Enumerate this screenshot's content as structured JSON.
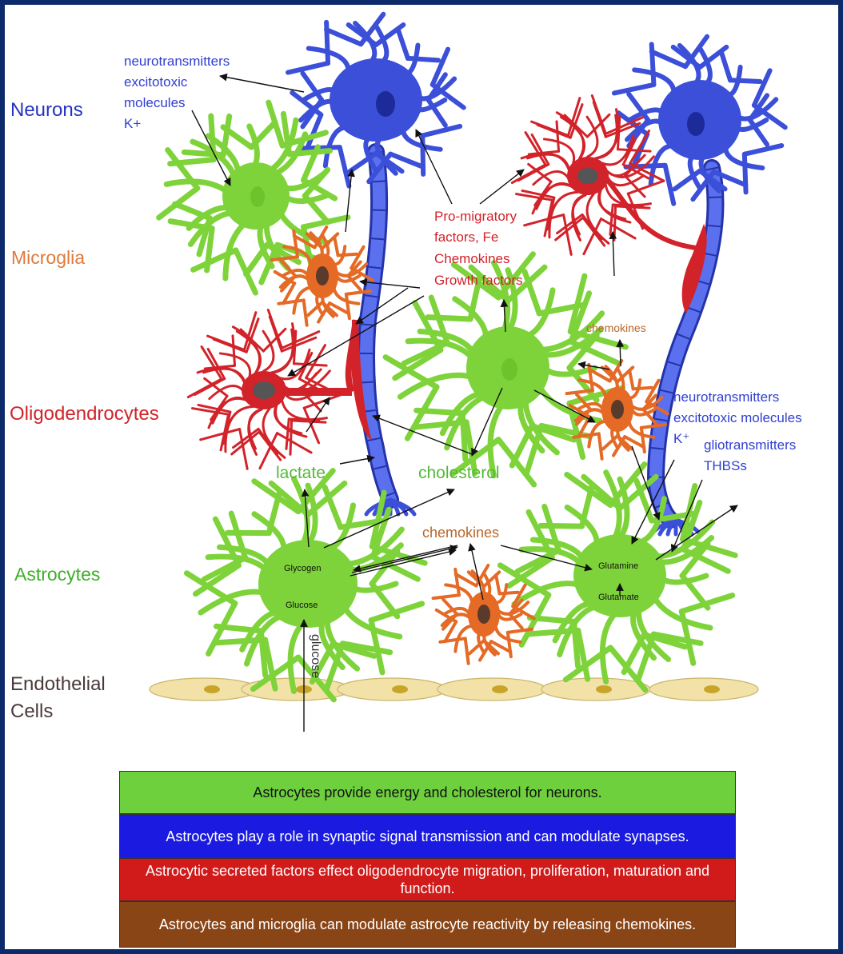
{
  "colors": {
    "frame": "#0d2b6b",
    "neuron": "#3b4fd8",
    "neuron_dark": "#2433a8",
    "astrocyte": "#7ed33a",
    "microglia": "#e46a26",
    "oligodendrocyte": "#d2232a",
    "endothelial": "#f3e2a8",
    "legend_green": "#6fd03e",
    "legend_blue": "#1a1ae0",
    "legend_red": "#d11a1a",
    "legend_brown": "#8a4516"
  },
  "categories": {
    "neurons": "Neurons",
    "microglia": "Microglia",
    "oligodendrocytes": "Oligodendrocytes",
    "astrocytes": "Astrocytes",
    "endothelial_line1": "Endothelial",
    "endothelial_line2": "Cells"
  },
  "labels": {
    "neuron_factors_top": [
      "neurotransmitters",
      "excitotoxic",
      "molecules",
      "K+"
    ],
    "astro_factors": [
      "Pro-migratory",
      "factors, Fe",
      "Chemokines",
      "Growth factors"
    ],
    "chemokines_small": "chemokines",
    "neuron_factors_right": [
      "neurotransmitters",
      "excitotoxic molecules",
      "K⁺"
    ],
    "gliotransmitters": [
      "gliotransmitters",
      "THBSs"
    ],
    "lactate": "lactate",
    "cholesterol": "cholesterol",
    "chemokines_mid": "chemokines",
    "glycogen": "Glycogen",
    "glucose_in_cell": "Glucose",
    "glutamine": "Glutamine",
    "glutamate": "Glutamate",
    "glucose_arrow": "glucose"
  },
  "legend": [
    "Astrocytes provide energy and cholesterol for neurons.",
    "Astrocytes play a role in synaptic signal transmission and can modulate synapses.",
    "Astrocytic secreted factors effect oligodendrocyte migration, proliferation, maturation and function.",
    "Astrocytes and microglia can modulate astrocyte reactivity by releasing chemokines."
  ]
}
